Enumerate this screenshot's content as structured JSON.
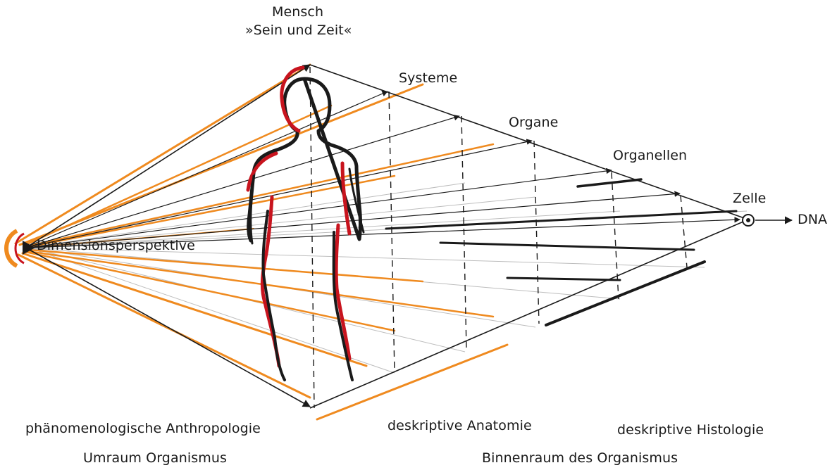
{
  "top": {
    "line1": "Mensch",
    "line2": "»Sein und Zeit«"
  },
  "levels": {
    "systeme": "Systeme",
    "organe": "Organe",
    "organellen": "Organellen",
    "zelle": "Zelle",
    "dna": "DNA"
  },
  "eye_label": "Dimensionsperspektive",
  "bottom": {
    "phenomenology": "phänomenologische Anthropologie",
    "anatomy": "deskriptive Anatomie",
    "histology": "deskriptive Histologie",
    "outer_space": "Umraum Organismus",
    "inner_space": "Binnenraum des Organismus"
  },
  "colors": {
    "orange": "#ef8a1f",
    "red": "#c8141e",
    "ink": "#1a1a1a",
    "light_ray": "#b9b9b9"
  }
}
